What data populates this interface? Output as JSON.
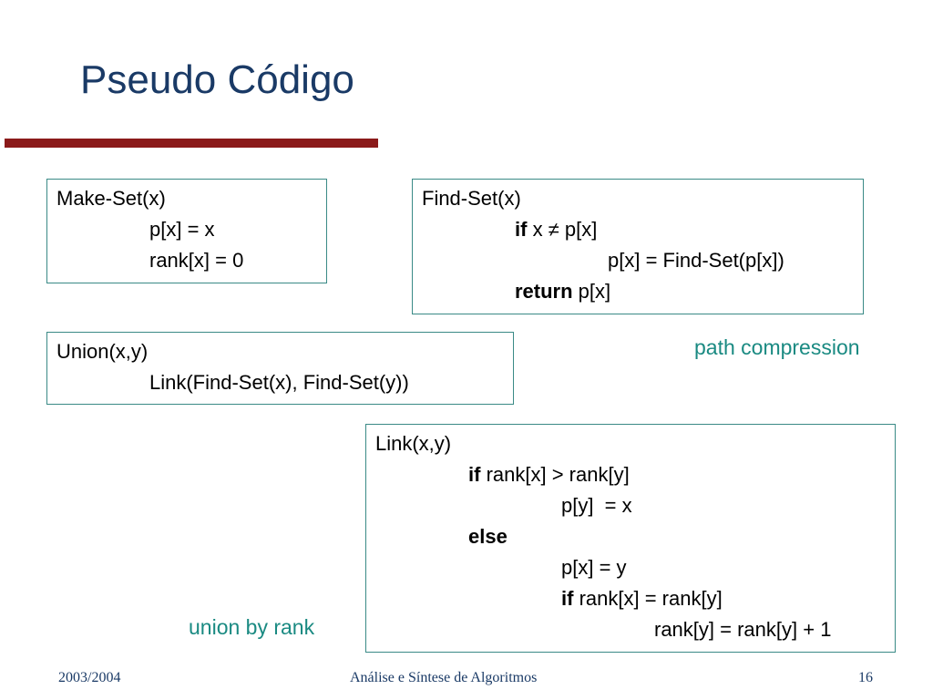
{
  "slide": {
    "title": "Pseudo Código",
    "accent_color": "#8b1a1a",
    "title_color": "#1a3a66",
    "box_border_color": "#3a8a86",
    "note_color": "#1a8a82"
  },
  "make_set": {
    "l1": "Make-Set(x)",
    "l2": "p[x] = x",
    "l3": "rank[x] = 0"
  },
  "find_set": {
    "l1": "Find-Set(x)",
    "l2_kw": "if",
    "l2_rest": " x ≠ p[x]",
    "l3": "p[x] = Find-Set(p[x])",
    "l4_kw": "return",
    "l4_rest": " p[x]"
  },
  "union": {
    "l1": "Union(x,y)",
    "l2": "Link(Find-Set(x), Find-Set(y))"
  },
  "link": {
    "l1": "Link(x,y)",
    "l2_kw": "if",
    "l2_rest": " rank[x] > rank[y]",
    "l3": "p[y]  = x",
    "l4_kw": "else",
    "l5": "p[x] = y",
    "l6_kw": "if",
    "l6_rest": " rank[x] = rank[y]",
    "l7": "rank[y] = rank[y] + 1"
  },
  "notes": {
    "path_compression": "path compression",
    "union_by_rank": "union by rank"
  },
  "footer": {
    "year": "2003/2004",
    "course": "Análise e Síntese de Algoritmos",
    "page": "16"
  }
}
